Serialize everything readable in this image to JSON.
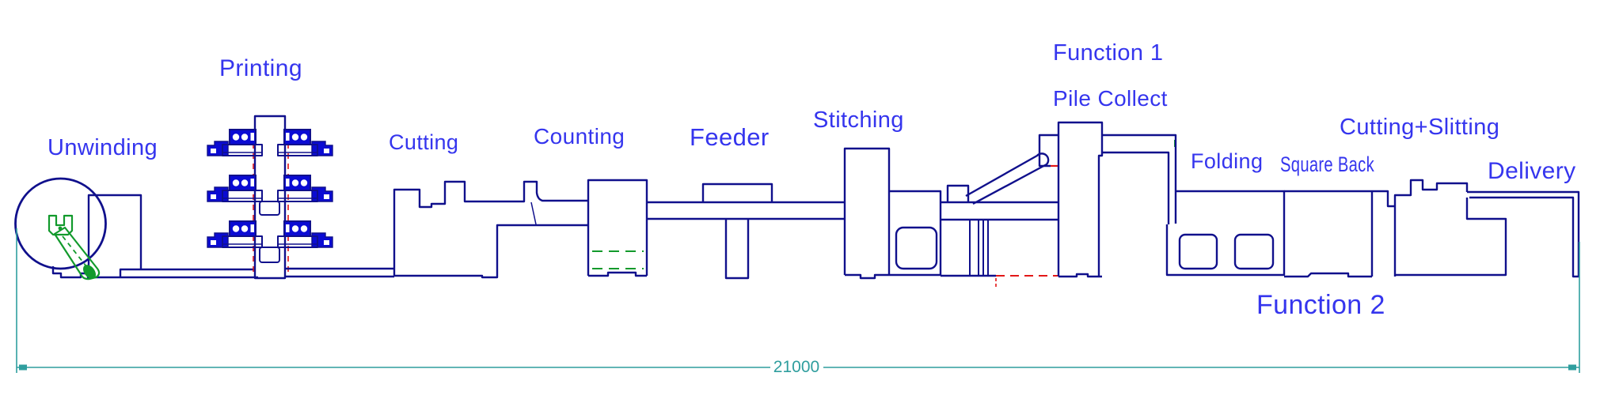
{
  "diagram": {
    "type": "production-line-side-elevation",
    "labels": {
      "unwinding": "Unwinding",
      "printing": "Printing",
      "cutting": "Cutting",
      "counting": "Counting",
      "feeder": "Feeder",
      "stitching": "Stitching",
      "function1": "Function 1",
      "pile_collect": "Pile Collect",
      "folding": "Folding",
      "square_back": "Square Back",
      "cutting_slitting": "Cutting+Slitting",
      "delivery": "Delivery",
      "function2": "Function 2"
    },
    "dimension": {
      "total_length": "21000"
    },
    "colors": {
      "outline_navy": "#10108c",
      "label_blue": "#3535ee",
      "unit_blue": "#0b0bd3",
      "accent_green": "#129a2c",
      "accent_red": "#e21717",
      "dimension_teal": "#2f9e9e",
      "canvas_white": "#ffffff"
    }
  }
}
